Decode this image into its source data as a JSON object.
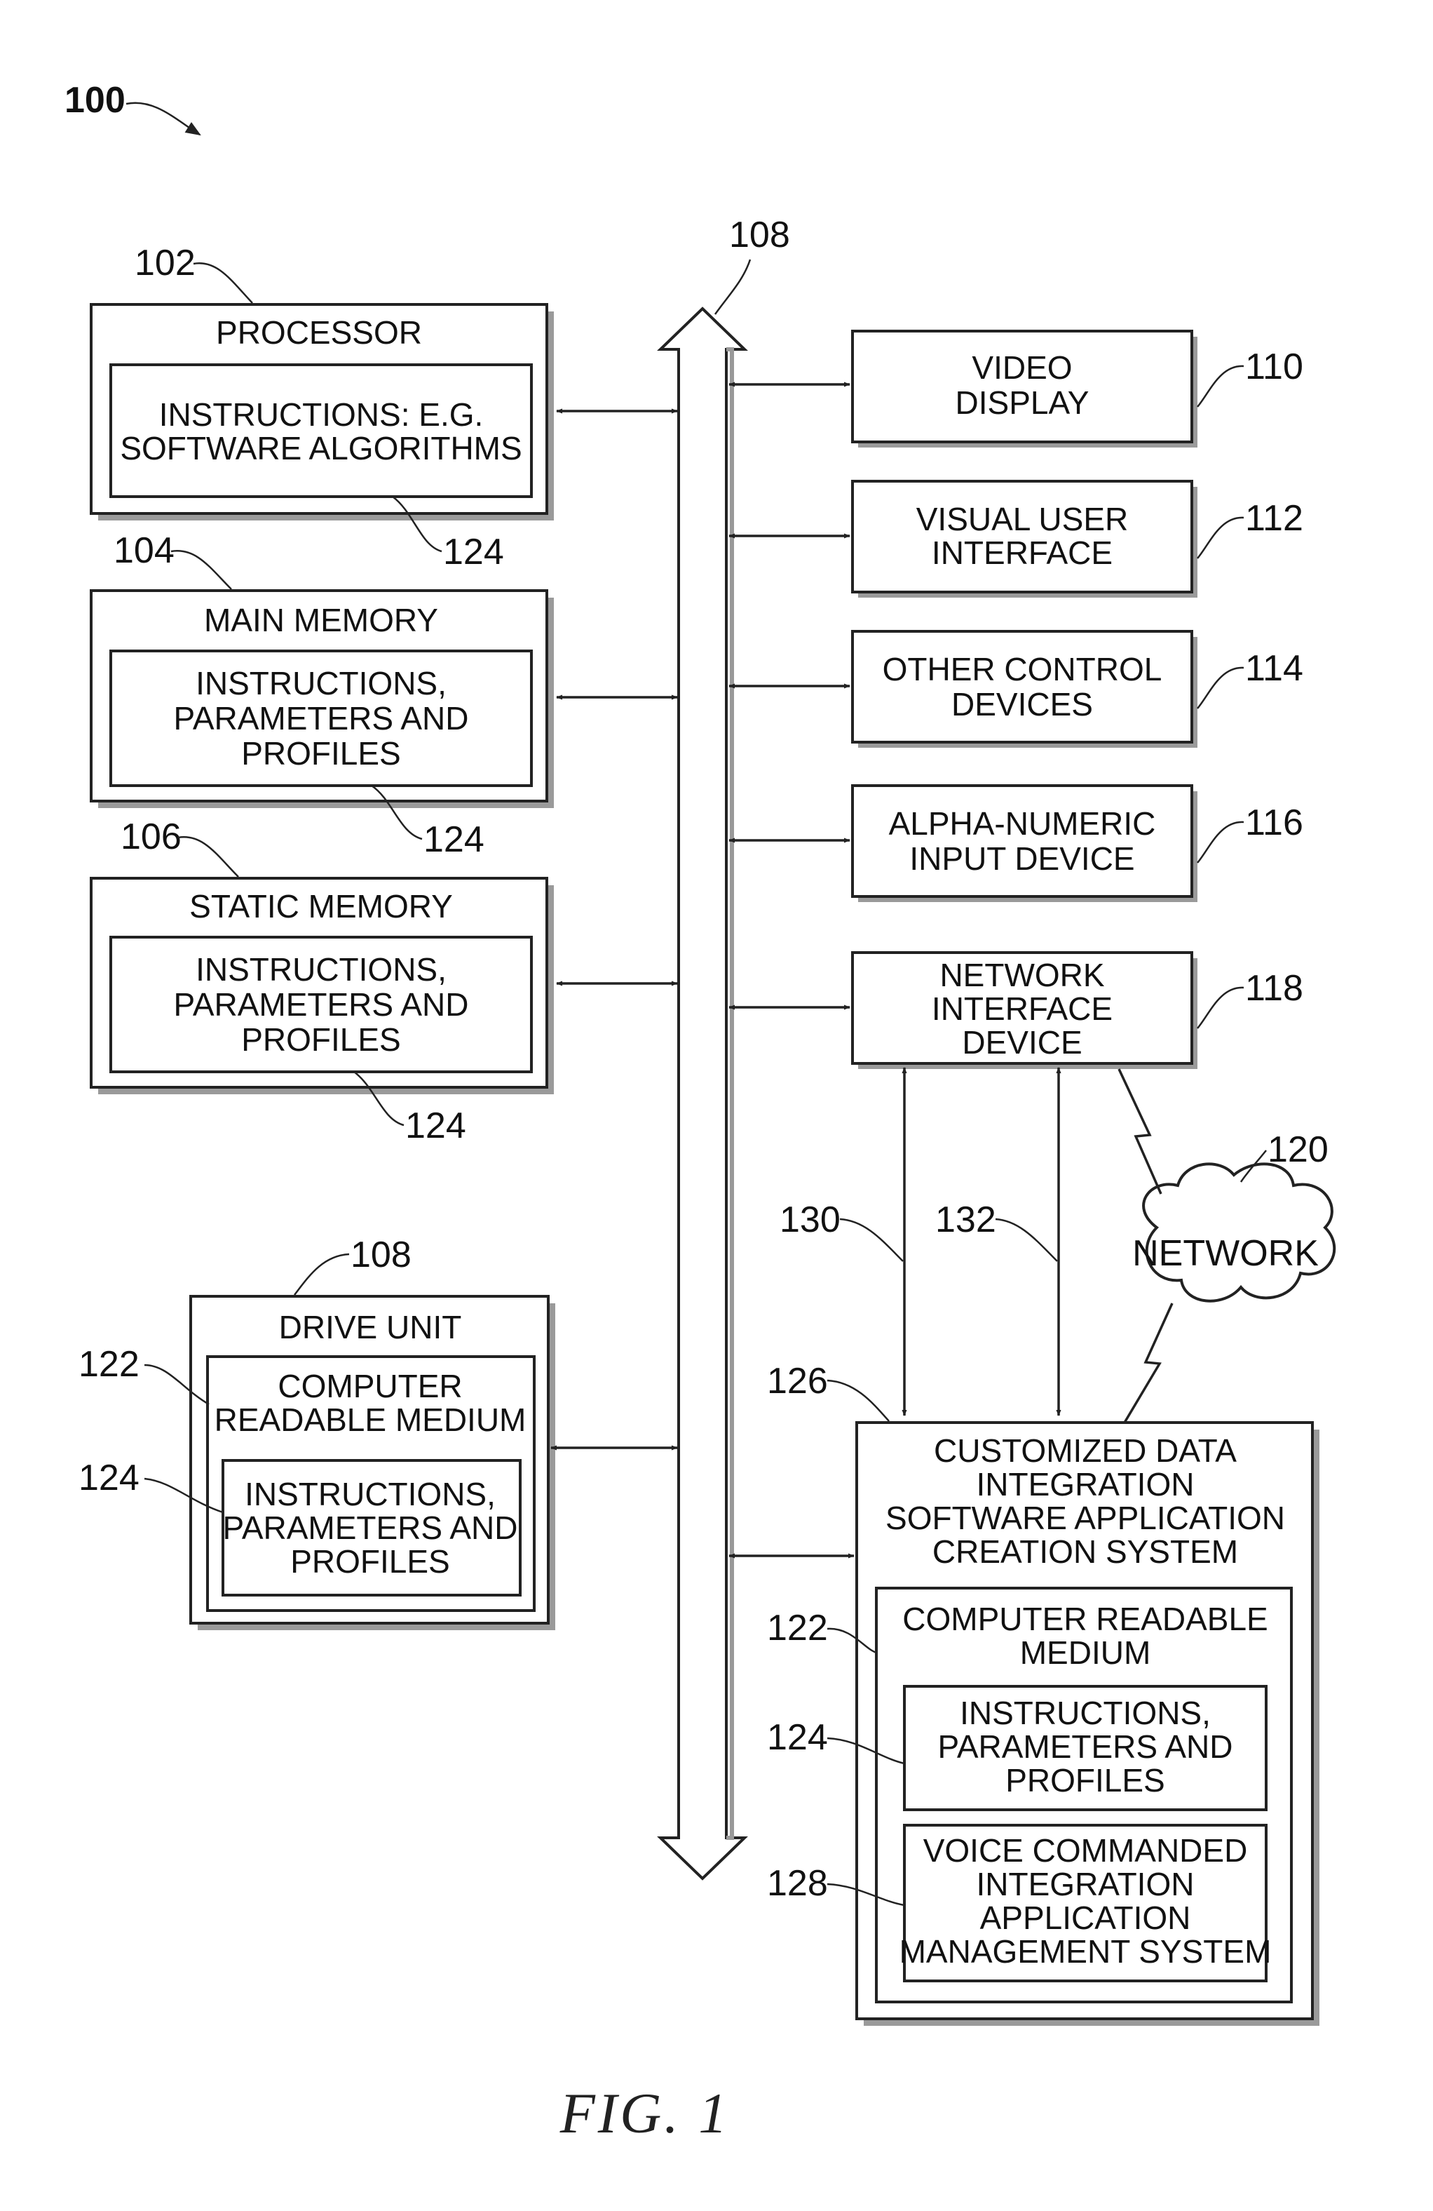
{
  "figure": {
    "ref": "100",
    "caption": "FIG. 1"
  },
  "bus": {
    "ref": "108"
  },
  "left_boxes": {
    "processor": {
      "ref": "102",
      "title": "PROCESSOR",
      "inner": [
        "INSTRUCTIONS: E.G.",
        "SOFTWARE ALGORITHMS"
      ],
      "inner_ref": "124"
    },
    "main_memory": {
      "ref": "104",
      "title": "MAIN MEMORY",
      "inner": [
        "INSTRUCTIONS,",
        "PARAMETERS AND",
        "PROFILES"
      ],
      "inner_ref": "124"
    },
    "static_memory": {
      "ref": "106",
      "title": "STATIC MEMORY",
      "inner": [
        "INSTRUCTIONS,",
        "PARAMETERS AND",
        "PROFILES"
      ],
      "inner_ref": "124"
    },
    "drive_unit": {
      "ref": "108",
      "title": "DRIVE UNIT",
      "crm_ref": "122",
      "crm": [
        "COMPUTER",
        "READABLE MEDIUM"
      ],
      "inner_ref": "124",
      "inner": [
        "INSTRUCTIONS,",
        "PARAMETERS AND",
        "PROFILES"
      ]
    }
  },
  "right_boxes": {
    "video_display": {
      "ref": "110",
      "label": [
        "VIDEO",
        "DISPLAY"
      ]
    },
    "visual_ui": {
      "ref": "112",
      "label": [
        "VISUAL USER",
        "INTERFACE"
      ]
    },
    "other_control": {
      "ref": "114",
      "label": [
        "OTHER CONTROL",
        "DEVICES"
      ]
    },
    "alpha_numeric": {
      "ref": "116",
      "label": [
        "ALPHA-NUMERIC",
        "INPUT DEVICE"
      ]
    },
    "network_interface": {
      "ref": "118",
      "label": [
        "NETWORK",
        "INTERFACE",
        "DEVICE"
      ]
    }
  },
  "network": {
    "ref": "120",
    "label": "NETWORK"
  },
  "links": {
    "left": "130",
    "right": "132"
  },
  "system": {
    "ref": "126",
    "title": [
      "CUSTOMIZED DATA",
      "INTEGRATION",
      "SOFTWARE APPLICATION",
      "CREATION SYSTEM"
    ],
    "crm_ref": "122",
    "crm": [
      "COMPUTER READABLE",
      "MEDIUM"
    ],
    "inner_ref": "124",
    "inner": [
      "INSTRUCTIONS,",
      "PARAMETERS AND",
      "PROFILES"
    ],
    "voice_ref": "128",
    "voice": [
      "VOICE COMMANDED",
      "INTEGRATION",
      "APPLICATION",
      "MANAGEMENT SYSTEM"
    ]
  }
}
